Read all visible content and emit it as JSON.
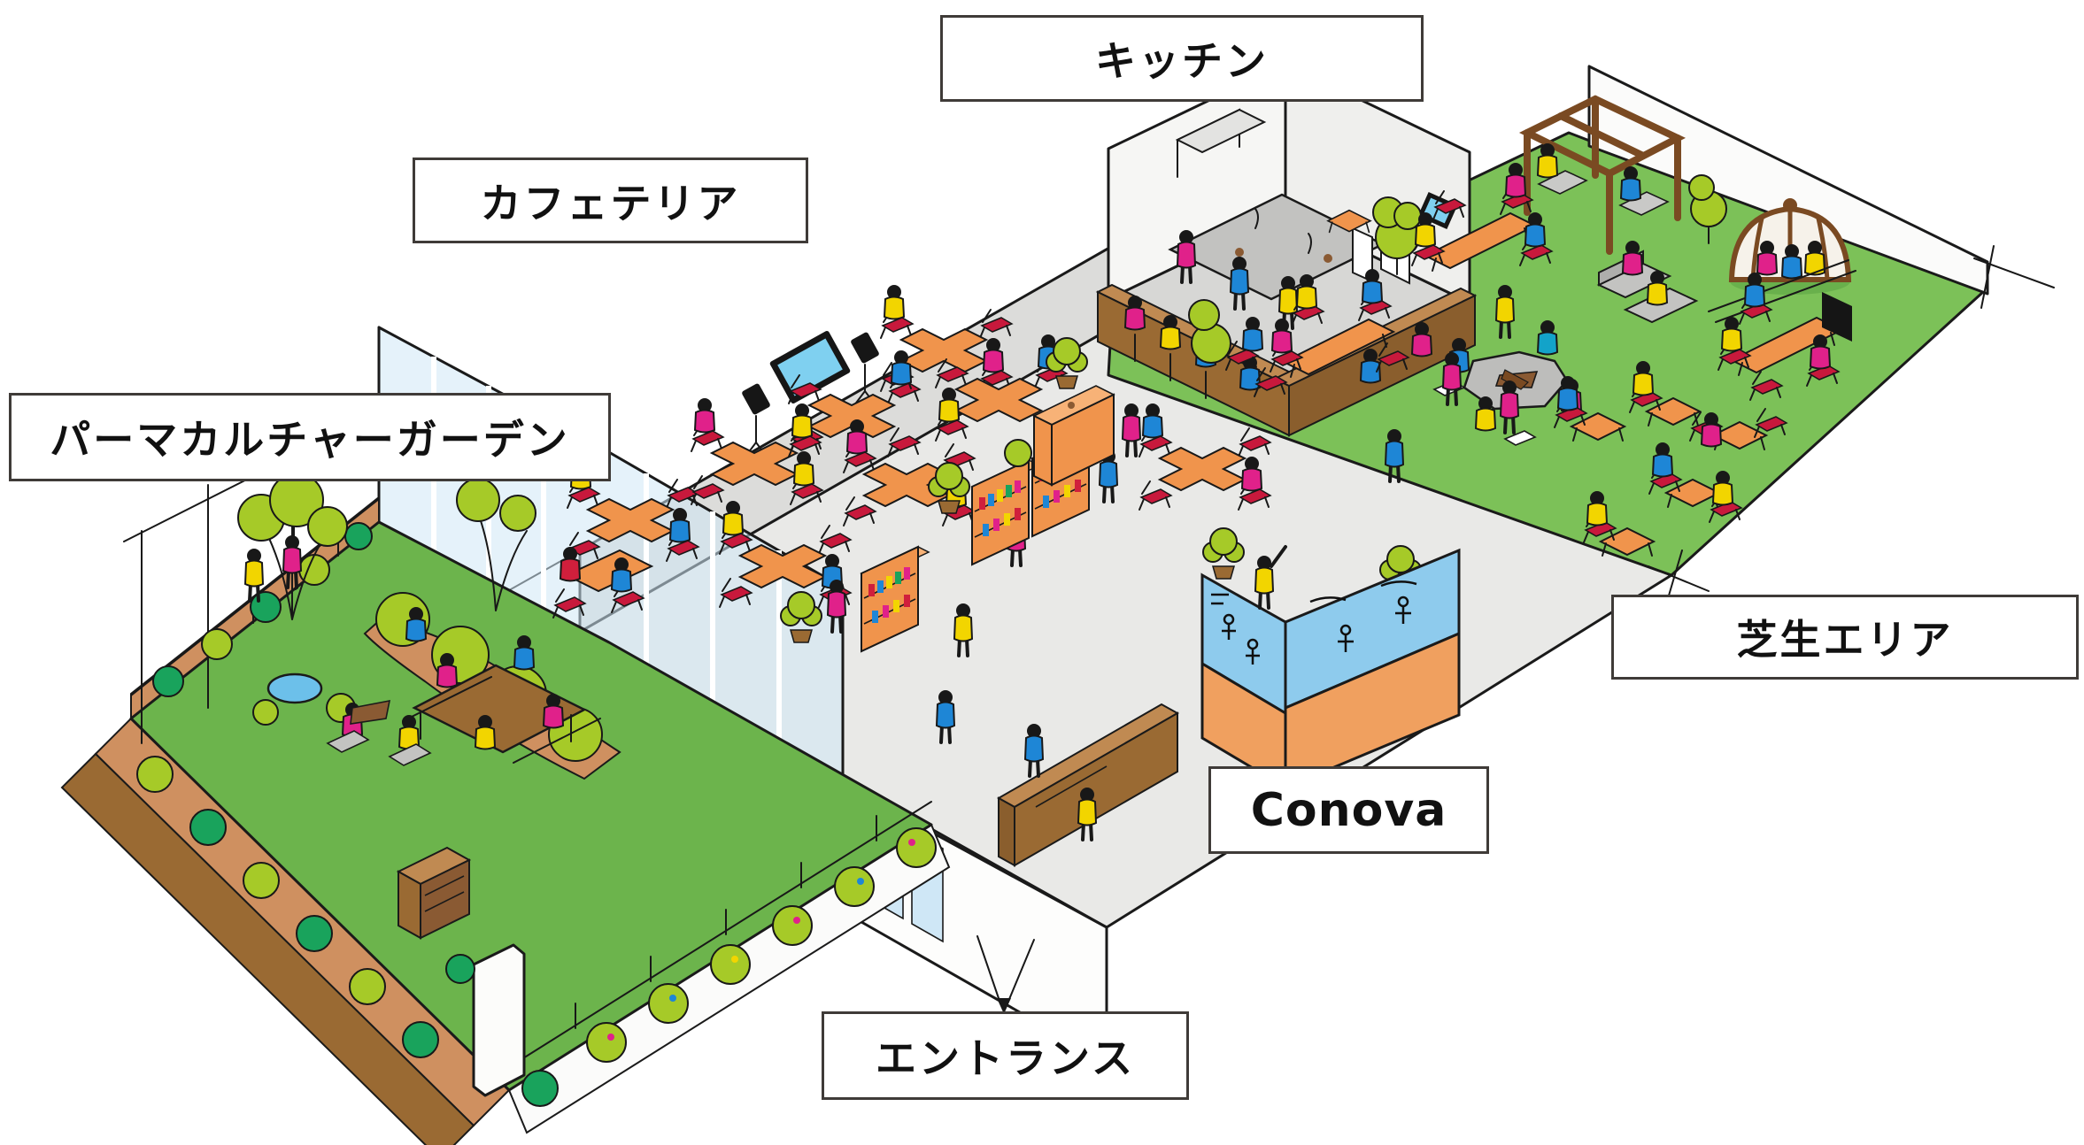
{
  "labels": {
    "kitchen": "キッチン",
    "cafeteria": "カフェテリア",
    "permaculture_garden": "パーマカルチャーガーデン",
    "lawn_area": "芝生エリア",
    "conova": "Conova",
    "entrance": "エントランス"
  },
  "colors": {
    "label_border": "#3f3b38",
    "floor": "#e9e9e7",
    "wall_gray": "#dcdcda",
    "glass_blue": "#cfe7f6",
    "lawn_green": "#7cc158",
    "garden_green": "#6cb44c",
    "tree_green": "#a6ca28",
    "bush_green": "#19a35c",
    "pond_blue": "#6cc0ea",
    "wood_brown": "#9a6a33",
    "wood_light": "#c08a52",
    "terrace_brown": "#cf9060",
    "desk_orange": "#f0944c",
    "chair_red": "#c8193c",
    "partition_blue": "#8ecbed",
    "partition_orange": "#f0a05f",
    "screen_blue": "#7fd0f0",
    "people_yellow": "#f2d500",
    "people_magenta": "#e0218a",
    "people_blue": "#1e86d6",
    "people_red": "#d01f3c",
    "people_teal": "#13a3c9"
  }
}
